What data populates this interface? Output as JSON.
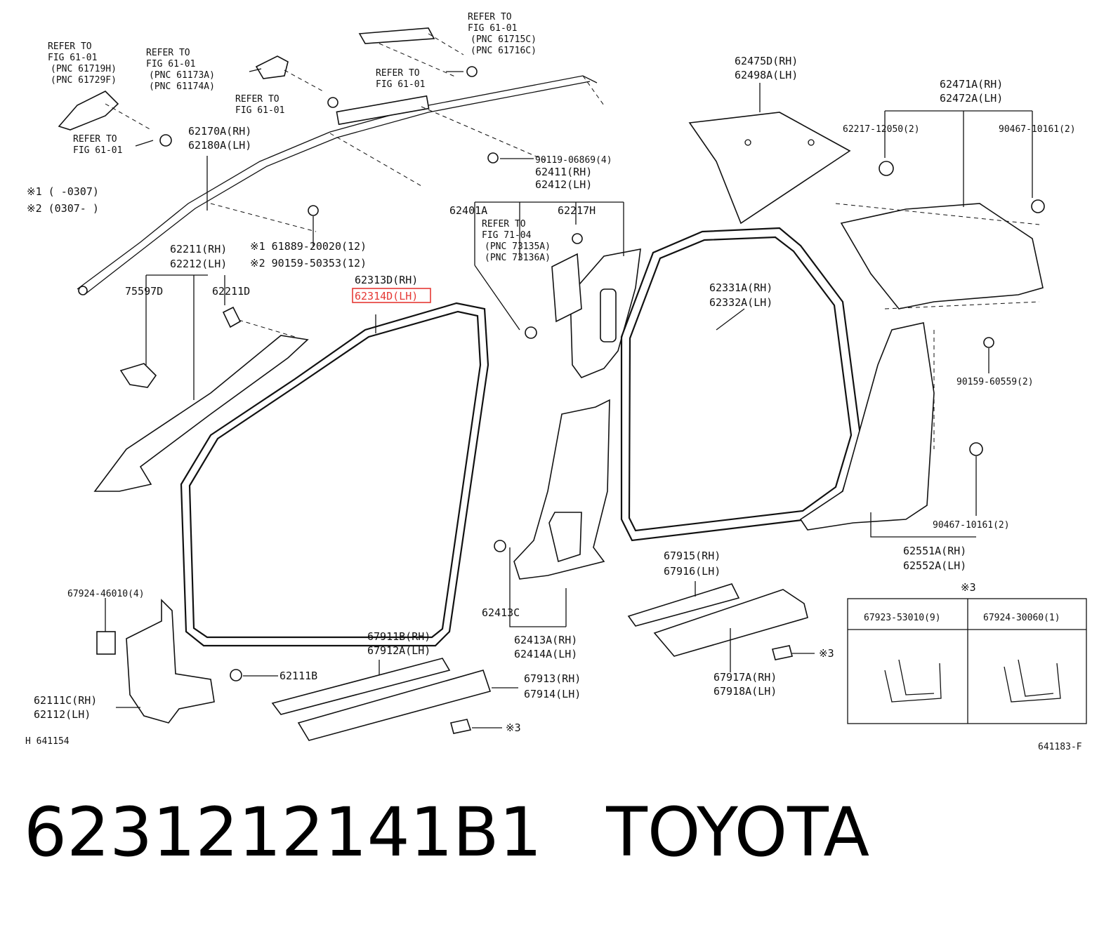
{
  "labels": {
    "ref_6101_top": [
      "REFER TO",
      "FIG 61-01",
      "(PNC 61715C)",
      "(PNC 61716C)"
    ],
    "ref_6101_a": "REFER TO",
    "ref_6101_a2": "FIG 61-01",
    "ref_6101_left": [
      "REFER TO",
      "FIG 61-01",
      "(PNC 61719H)",
      "(PNC 61729F)"
    ],
    "ref_6101_mid": [
      "REFER TO",
      "FIG 61-01",
      "(PNC 61173A)",
      "(PNC 61174A)"
    ],
    "ref_6101_b": [
      "REFER TO",
      "FIG 61-01"
    ],
    "ref_6101_c": [
      "REFER TO",
      "FIG 61-01"
    ],
    "p62170": [
      "62170A(RH)",
      "62180A(LH)"
    ],
    "note1": "※1 (      -0307)",
    "note2": "※2 (0307-      )",
    "p90119": "90119-06869(4)",
    "p62411": [
      "62411(RH)",
      "62412(LH)"
    ],
    "p62401A": "62401A",
    "p62217H": "62217H",
    "ref_7104": [
      "REFER TO",
      "FIG 71-04",
      "(PNC 73135A)",
      "(PNC 73136A)"
    ],
    "screw1": "※1  61889-20020(12)",
    "screw2": "※2  90159-50353(12)",
    "p62211": [
      "62211(RH)",
      "62212(LH)"
    ],
    "p75597D": "75597D",
    "p62211D": "62211D",
    "p62313D": "62313D(RH)",
    "p62314D": "62314D(LH)",
    "p62475D": [
      "62475D(RH)",
      "62498A(LH)"
    ],
    "p62471A": [
      "62471A(RH)",
      "62472A(LH)"
    ],
    "p62217_12050": "62217-12050(2)",
    "p90467_top": "90467-10161(2)",
    "p62331A": [
      "62331A(RH)",
      "62332A(LH)"
    ],
    "p90159_60559": "90159-60559(2)",
    "p90467_bottom": "90467-10161(2)",
    "p62551A": [
      "62551A(RH)",
      "62552A(LH)"
    ],
    "p67915": [
      "67915(RH)",
      "67916(LH)"
    ],
    "note3": "※3",
    "p67923": "67923-53010(9)",
    "p67924_30060": "67924-30060(1)",
    "p67924_46010": "67924-46010(4)",
    "p62413C": "62413C",
    "p62413A": [
      "62413A(RH)",
      "62414A(LH)"
    ],
    "p67911B": [
      "67911B(RH)",
      "67912A(LH)"
    ],
    "p67913": [
      "67913(RH)",
      "67914(LH)"
    ],
    "p62111B": "62111B",
    "p62111C": [
      "62111C(RH)",
      "62112(LH)"
    ],
    "p67917A": [
      "67917A(RH)",
      "67918A(LH)"
    ],
    "note3_a": "※3",
    "note3_b": "※3",
    "fig_left": "H  641154",
    "fig_right": "641183-F"
  },
  "highlight_color": "#e53935",
  "footer": {
    "part_number": "6231212141B1",
    "brand": "TOYOTA"
  }
}
